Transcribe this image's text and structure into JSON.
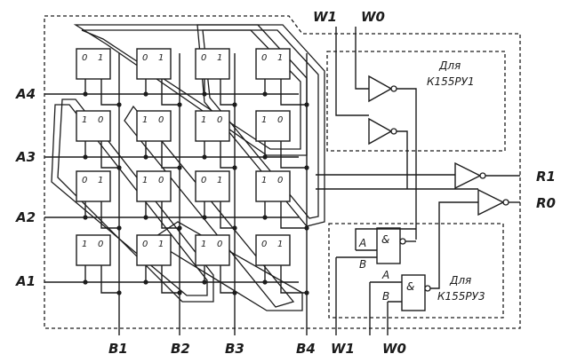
{
  "rows": [
    {
      "label": "A4",
      "bits": [
        [
          "0",
          "1"
        ],
        [
          "0",
          "1"
        ],
        [
          "0",
          "1"
        ],
        [
          "0",
          "1"
        ]
      ]
    },
    {
      "label": "A3",
      "bits": [
        [
          "1",
          "0"
        ],
        [
          "1",
          "0"
        ],
        [
          "1",
          "0"
        ],
        [
          "1",
          "0"
        ]
      ]
    },
    {
      "label": "A2",
      "bits": [
        [
          "0",
          "1"
        ],
        [
          "1",
          "0"
        ],
        [
          "0",
          "1"
        ],
        [
          "1",
          "0"
        ]
      ]
    },
    {
      "label": "A1",
      "bits": [
        [
          "1",
          "0"
        ],
        [
          "0",
          "1"
        ],
        [
          "1",
          "0"
        ],
        [
          "0",
          "1"
        ]
      ]
    }
  ],
  "columns": [
    "B1",
    "B2",
    "B3",
    "B4"
  ],
  "top_inputs": [
    "W1",
    "W0"
  ],
  "bottom_inputs": [
    "W1",
    "W0"
  ],
  "outputs": [
    "R1",
    "R0"
  ],
  "gate_symbol": "&",
  "gate_input_labels": [
    "A",
    "B"
  ],
  "panel_ru1": {
    "line1": "Для",
    "line2": "К155РУ1"
  },
  "panel_ru3": {
    "line1": "Для",
    "line2": "К155РУ3"
  }
}
